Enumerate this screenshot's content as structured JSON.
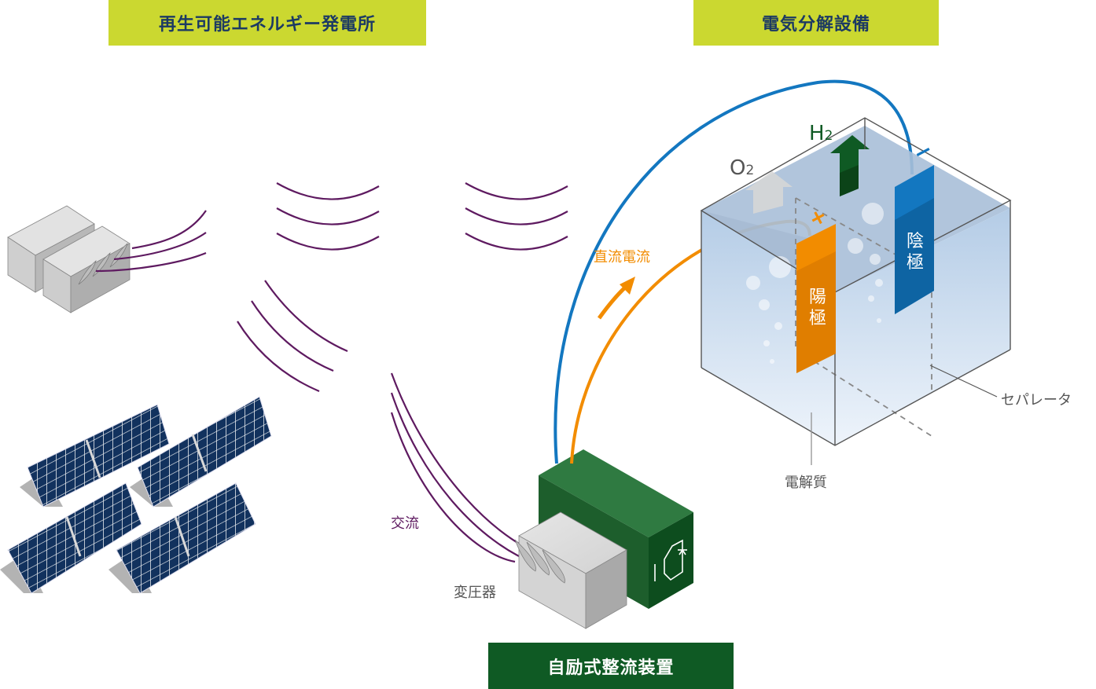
{
  "title": "再生可能エネルギー由来電力による水電解システム構成図",
  "banners": {
    "renewable_plant": "再生可能エネルギー発電所",
    "electrolysis_facility": "電気分解設備",
    "rectifier": "自励式整流装置"
  },
  "labels": {
    "ac": "交流",
    "dc": "直流電流",
    "transformer": "変圧器",
    "electrolyte": "電解質",
    "separator": "セパレータ",
    "anode": "陽極",
    "cathode": "陰極",
    "anode_sign": "+",
    "cathode_sign": "−",
    "h2": "H",
    "h2_sub": "2",
    "o2": "O",
    "o2_sub": "2"
  },
  "icons": {
    "wind_generator": "generator-box-icon",
    "solar_panels": "solar-panel-icon",
    "pylon": "transmission-tower-icon",
    "transformer": "transformer-icon",
    "rectifier": "rectifier-icon",
    "rectifier_symbol": "thyristor-symbol-icon",
    "electrolyzer": "electrolysis-tank-icon"
  },
  "colors": {
    "banner_lime": "#cbd830",
    "banner_text_navy": "#1c3a63",
    "banner_green": "#0f5a24",
    "ac_line": "#5e1a60",
    "dc_line": "#f28c00",
    "cathode_line": "#1377c0",
    "anode_plate": "#f28c00",
    "cathode_plate": "#0e6fb3",
    "h2_arrow": "#0f5a24",
    "solar_cell": "#12325e",
    "label_gray": "#555555"
  }
}
